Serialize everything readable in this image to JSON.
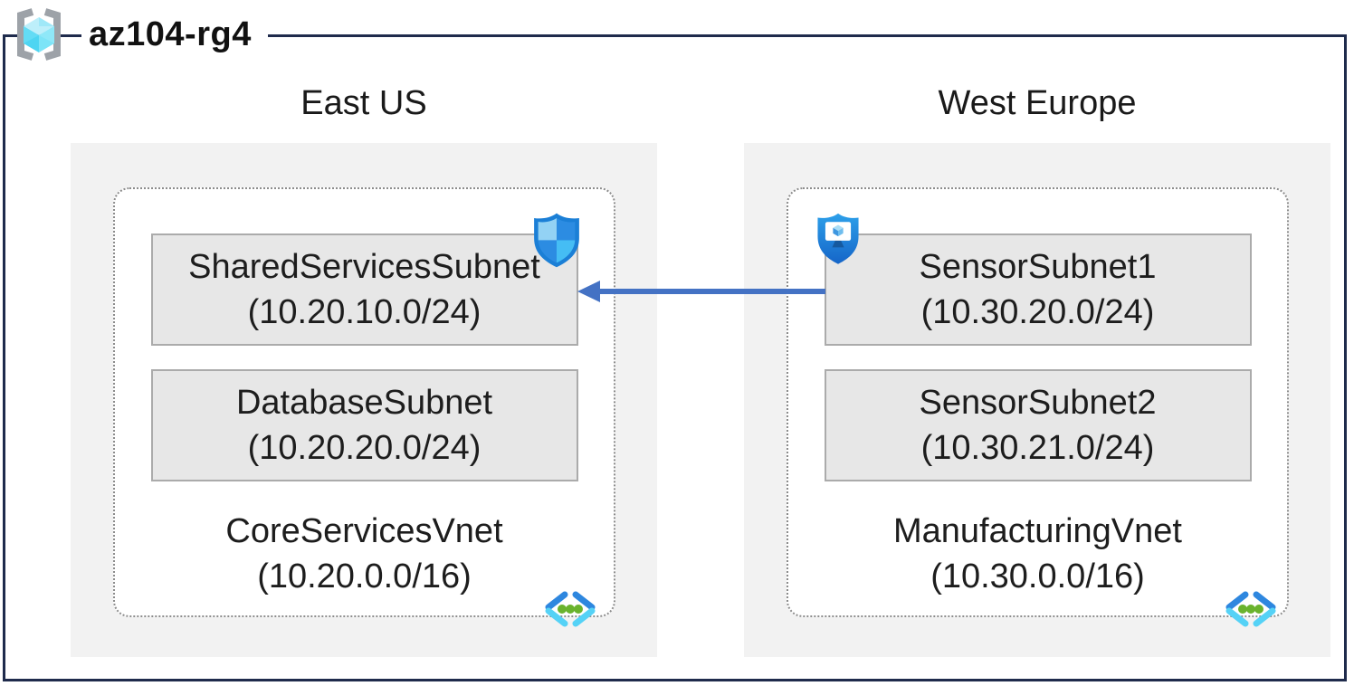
{
  "resource_group": {
    "name": "az104-rg4"
  },
  "regions": [
    {
      "name": "East US",
      "vnet_name": "CoreServicesVnet",
      "vnet_cidr": "(10.20.0.0/16)",
      "subnets": [
        {
          "name": "SharedServicesSubnet",
          "cidr": "(10.20.10.0/24)"
        },
        {
          "name": "DatabaseSubnet",
          "cidr": "(10.20.20.0/24)"
        }
      ]
    },
    {
      "name": "West Europe",
      "vnet_name": "ManufacturingVnet",
      "vnet_cidr": "(10.30.0.0/16)",
      "subnets": [
        {
          "name": "SensorSubnet1",
          "cidr": "(10.30.20.0/24)"
        },
        {
          "name": "SensorSubnet2",
          "cidr": "(10.30.21.0/24)"
        }
      ]
    }
  ],
  "icons": {
    "resource_group": "resource-group-brackets-cube-icon",
    "nsg": "network-security-group-shield-icon",
    "asg": "application-security-group-shield-monitor-icon",
    "vnet": "virtual-network-chevrons-icon"
  },
  "connection": {
    "from": "SensorSubnet1",
    "to": "SharedServicesSubnet",
    "direction": "left"
  },
  "colors": {
    "outer_border": "#1f2b4c",
    "region_background": "#f2f2f2",
    "subnet_background": "#e7e7e7",
    "subnet_border": "#ababab",
    "dotted_border": "#8c8c8c",
    "arrow": "#4472c4",
    "shield_blue": "#2c8ce2",
    "shield_light": "#93d2f4",
    "cube_cyan": "#4ed5f2",
    "vnet_dot_green": "#6ab32e"
  }
}
